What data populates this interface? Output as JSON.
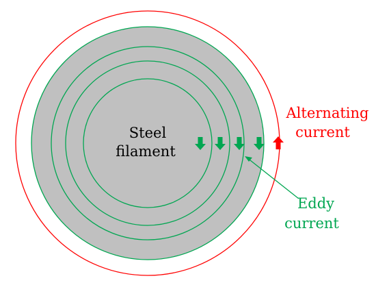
{
  "labels": {
    "filament_line1": "Steel",
    "filament_line2": "filament",
    "alternating_line1": "Alternating",
    "alternating_line2": "current",
    "eddy_line1": "Eddy",
    "eddy_line2": "current"
  },
  "colors": {
    "background": "#ffffff",
    "filament_fill": "#c0c0c0",
    "eddy_current": "#00a651",
    "alternating_current": "#ff0000",
    "text": "#000000"
  },
  "icons": {
    "eddy_arrow": "arrow-down-icon",
    "alternating_arrow": "arrow-up-icon"
  }
}
